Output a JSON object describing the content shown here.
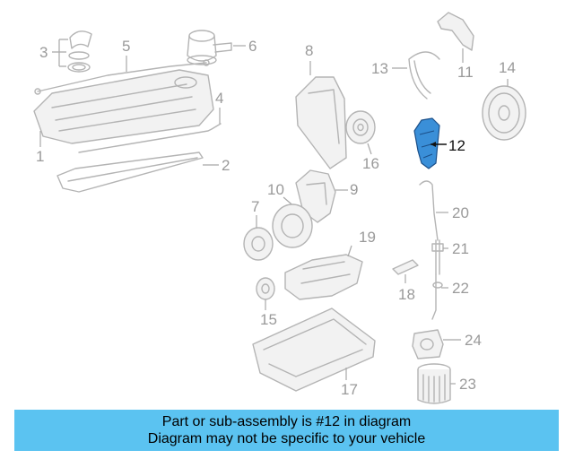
{
  "diagram": {
    "highlight_color": "#3a8fd8",
    "callouts": {
      "c1": "1",
      "c2": "2",
      "c3": "3",
      "c4": "4",
      "c5": "5",
      "c6": "6",
      "c7": "7",
      "c8": "8",
      "c9": "9",
      "c10": "10",
      "c11": "11",
      "c12": "12",
      "c13": "13",
      "c14": "14",
      "c15": "15",
      "c16": "16",
      "c17": "17",
      "c18": "18",
      "c19": "19",
      "c20": "20",
      "c21": "21",
      "c22": "22",
      "c23": "23",
      "c24": "24"
    }
  },
  "banner": {
    "background": "#5bc3f1",
    "line1": "Part or sub-assembly is #12 in diagram",
    "line2": "Diagram may not be specific to your vehicle"
  }
}
